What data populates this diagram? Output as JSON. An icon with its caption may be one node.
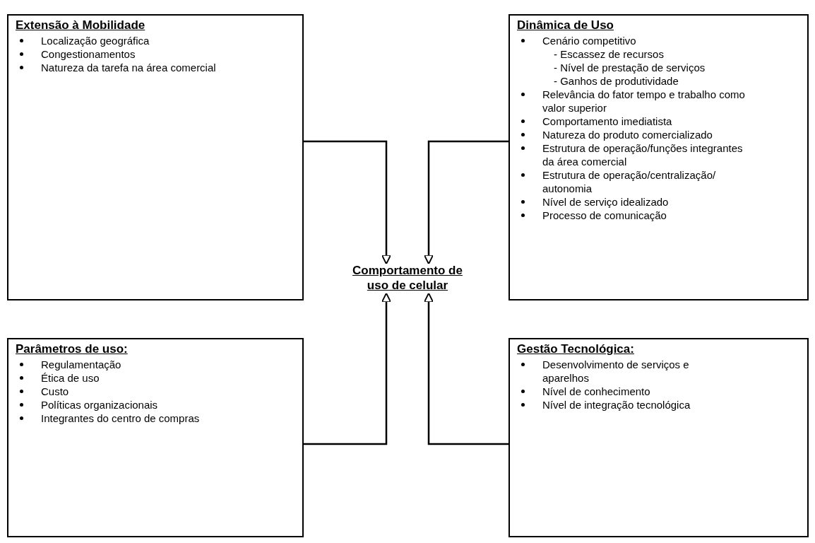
{
  "diagram": {
    "nodes": [
      {
        "text": [
          "Extensão à Mobilidade",
          "Localização geográfica",
          "Congestionamentos",
          "Natureza da tarefa na área comercial"
        ]
      },
      {
        "text": [
          "Dinâmica de Uso",
          "Cenário competitivo",
          "- Escassez de recursos",
          "- Nível de prestação de serviços",
          "- Ganhos de produtividade",
          "Relevância do fator tempo e trabalho como valor superior",
          "Comportamento  imediatista",
          "Natureza do produto comercializado",
          "Estrutura de operação/funções integrantes da área comercial",
          "Estrutura de operação/centralização/ autonomia",
          "Nível de serviço idealizado",
          "Processo de comunicação"
        ]
      },
      {
        "text": [
          "Comportamento de uso de celular"
        ]
      },
      {
        "text": [
          "Parâmetros de uso:",
          "Regulamentação",
          "Ética de uso",
          "Custo",
          "Políticas organizacionais",
          "Integrantes do centro de compras"
        ]
      },
      {
        "text": [
          "Gestão Tecnológica:",
          "Desenvolvimento de serviços e aparelhos",
          "Nível de conhecimento",
          "Nível de integração tecnológica"
        ]
      }
    ],
    "edges": [
      {
        "from": 0,
        "to": 2,
        "arrow": "to"
      },
      {
        "from": 1,
        "to": 2,
        "arrow": "to"
      },
      {
        "from": 3,
        "to": 2,
        "arrow": "to"
      },
      {
        "from": 4,
        "to": 2,
        "arrow": "to"
      }
    ]
  }
}
